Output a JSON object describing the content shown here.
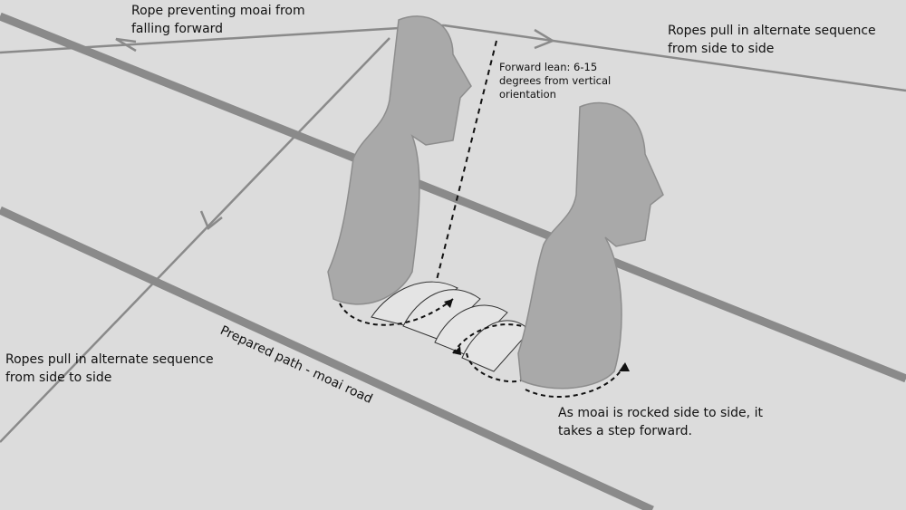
{
  "labels": {
    "rope_forward": [
      "Rope preventing moai from",
      "falling forward"
    ],
    "ropes_right": [
      "Ropes pull in alternate sequence",
      "from side to side"
    ],
    "forward_lean": [
      "Forward lean: 6-15",
      "degrees from vertical",
      "orientation"
    ],
    "ropes_left": [
      "Ropes pull in alternate sequence",
      "from side to side"
    ],
    "path": "Prepared path - moai road",
    "step": [
      "As moai is rocked side to side, it",
      "takes a step forward."
    ]
  },
  "colors": {
    "background": "#dcdcdc",
    "road": "#8a8a8a",
    "rope": "#8a8a8a",
    "statue": "#a9a9a9"
  }
}
